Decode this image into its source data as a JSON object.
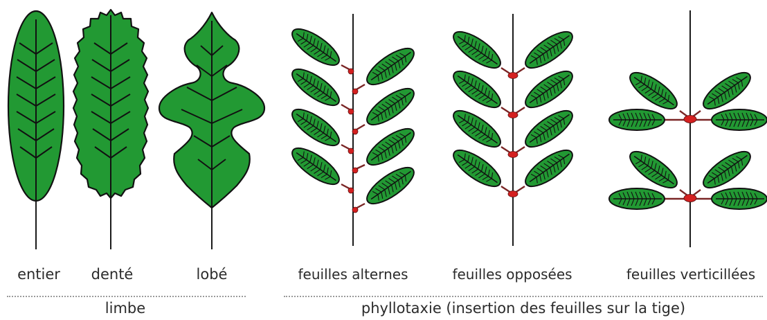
{
  "limbe": {
    "entier": "entier",
    "dente": "denté",
    "lobe": "lobé",
    "title": "limbe"
  },
  "phyllotaxie": {
    "alternes": "feuilles alternes",
    "opposees": "feuilles opposées",
    "verticillees": "feuilles verticillées",
    "title": "phyllotaxie (insertion des feuilles sur la tige)"
  },
  "colors": {
    "leaf_fill": "#229933",
    "outline": "#111111",
    "stem": "#1a1a1a",
    "node": "#d42020",
    "petiole": "#7a2525",
    "separator": "#9a9a9a",
    "text": "#2b2b2b"
  }
}
